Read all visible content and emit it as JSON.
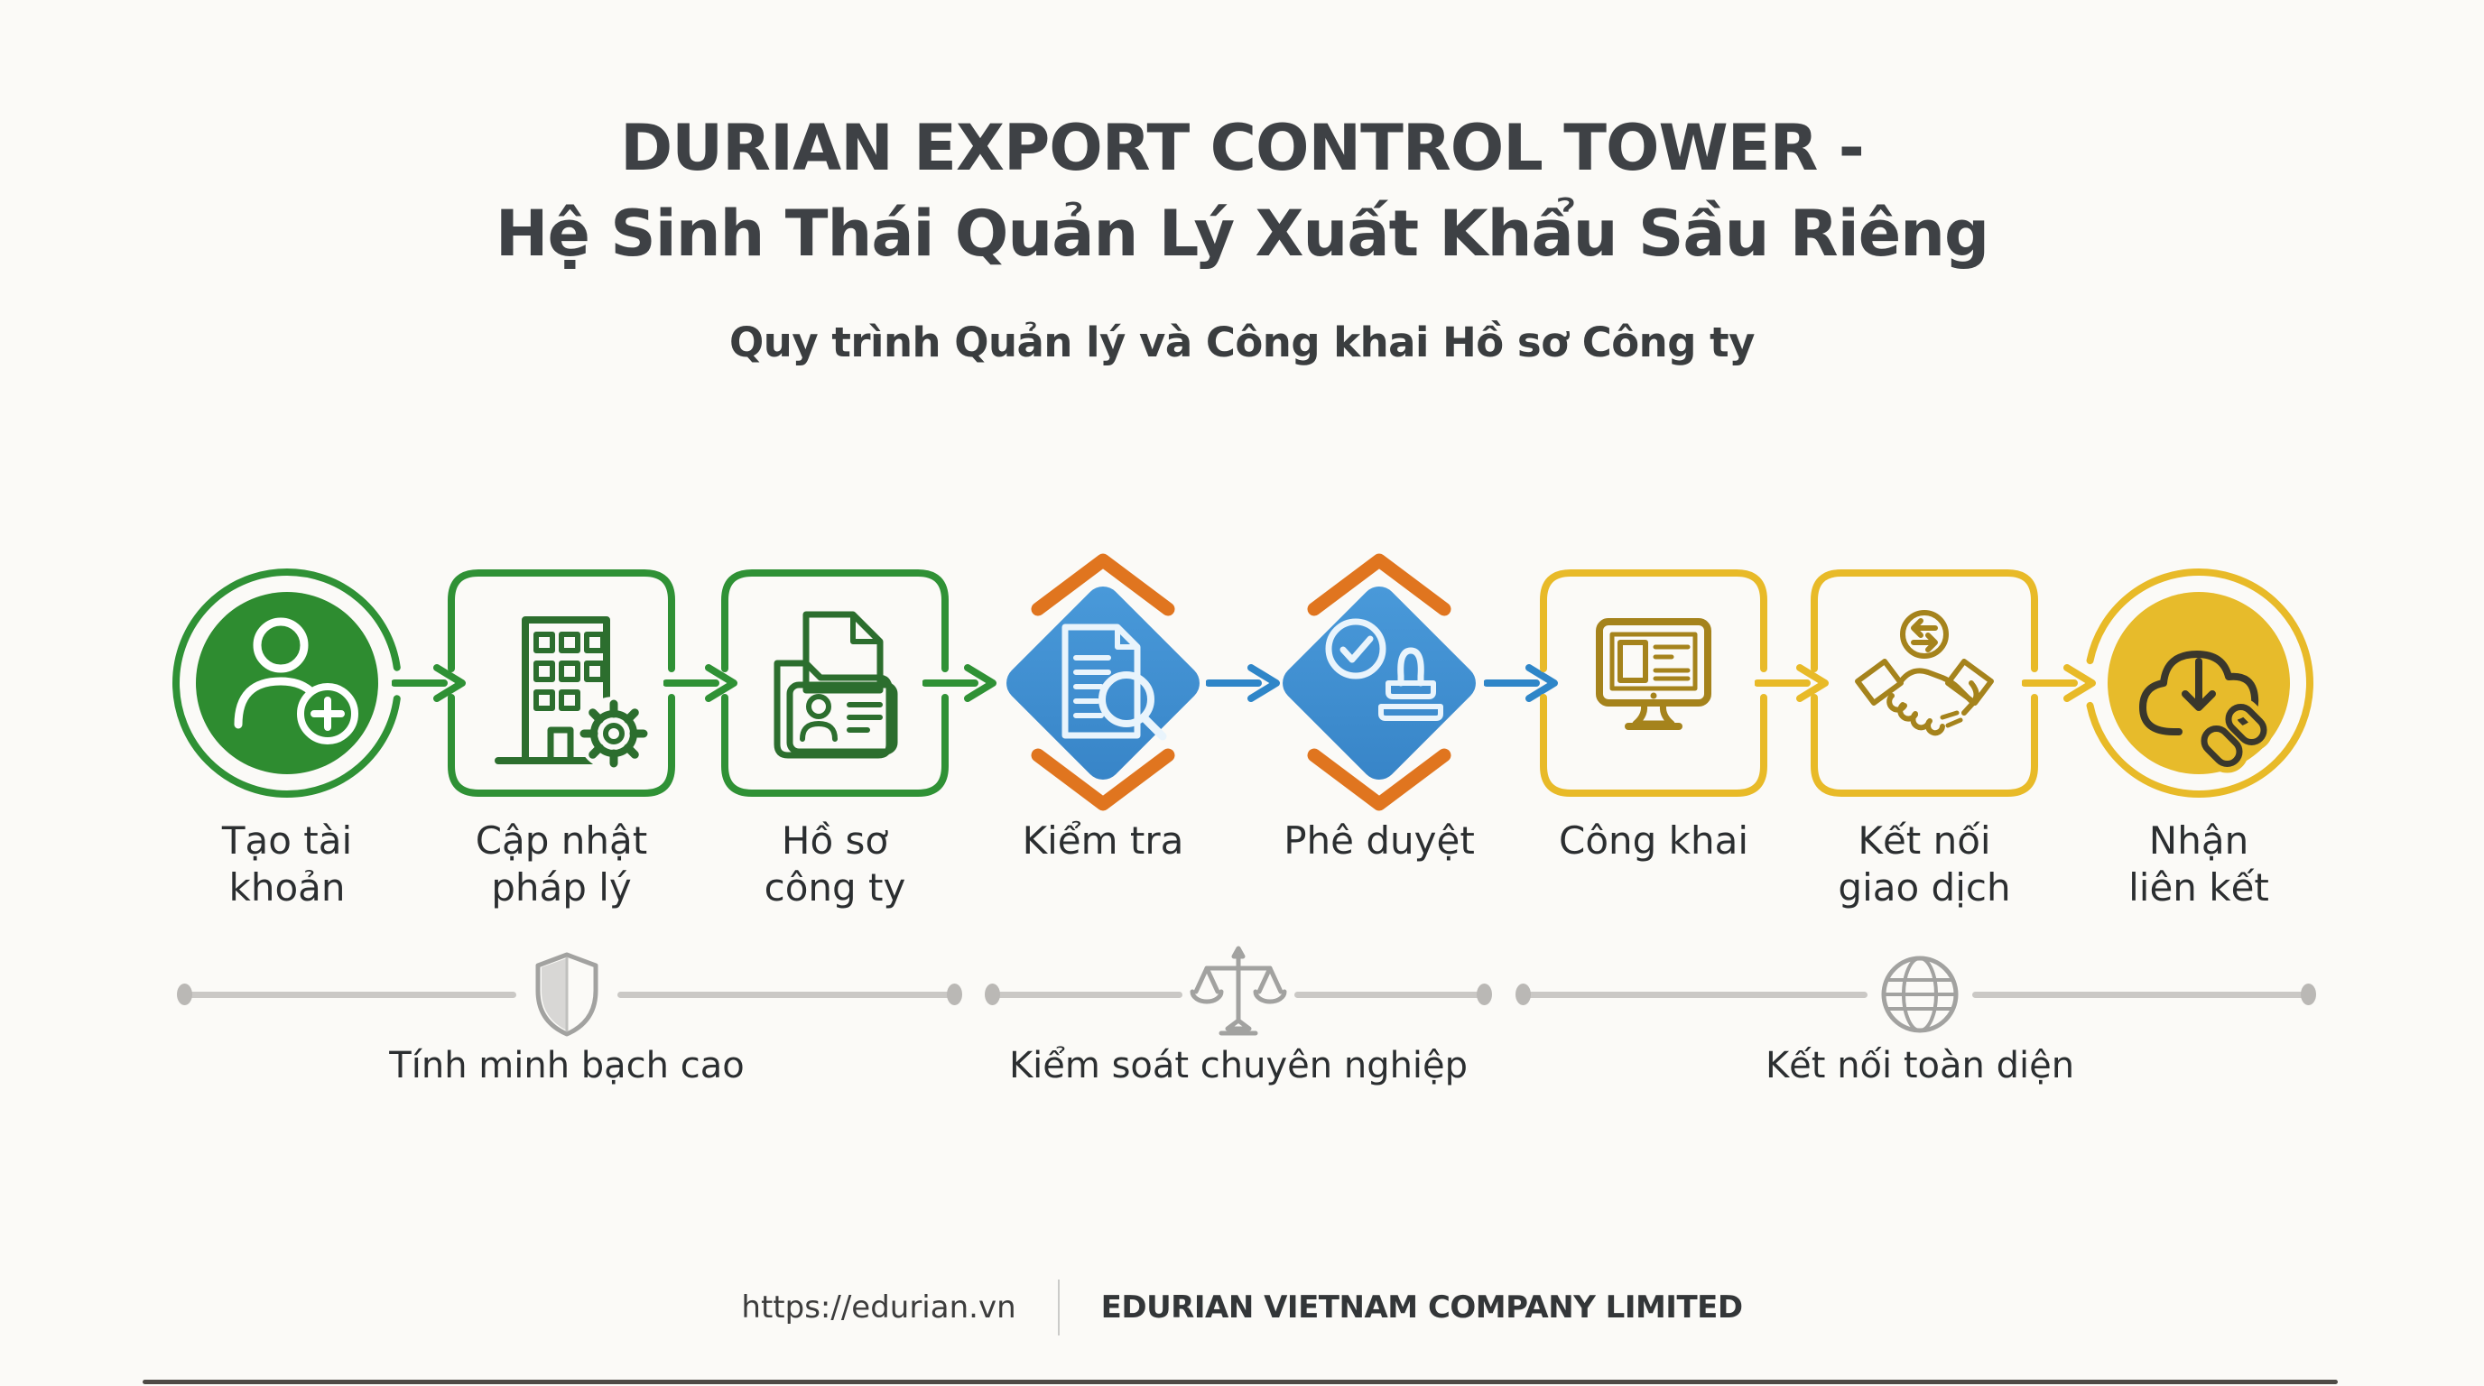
{
  "title": {
    "line1": "DURIAN EXPORT CONTROL TOWER -",
    "line2": "Hệ Sinh Thái Quản Lý Xuất Khẩu Sầu Riêng",
    "subtitle": "Quy trình Quản lý và Công khai Hồ sơ Công ty"
  },
  "flow": {
    "steps": [
      {
        "label": "Tạo tài\nkhoản",
        "icon": "user-add-icon",
        "shape": "filled-circle",
        "theme": "green"
      },
      {
        "label": "Cập nhật\npháp lý",
        "icon": "building-gear-icon",
        "shape": "rounded-box",
        "theme": "green"
      },
      {
        "label": "Hồ sơ\ncông ty",
        "icon": "company-profile-icon",
        "shape": "rounded-box",
        "theme": "green"
      },
      {
        "label": "Kiểm tra",
        "icon": "document-search-icon",
        "shape": "diamond",
        "theme": "blue-orange"
      },
      {
        "label": "Phê duyệt",
        "icon": "approval-stamp-icon",
        "shape": "diamond",
        "theme": "blue-orange"
      },
      {
        "label": "Công khai",
        "icon": "monitor-icon",
        "shape": "rounded-box",
        "theme": "yellow"
      },
      {
        "label": "Kết nối\ngiao dịch",
        "icon": "handshake-exchange-icon",
        "shape": "rounded-box",
        "theme": "yellow"
      },
      {
        "label": "Nhận\nliên kết",
        "icon": "cloud-link-icon",
        "shape": "filled-circle",
        "theme": "yellow"
      }
    ]
  },
  "features": [
    {
      "label": "Tính minh bạch cao",
      "icon": "shield-icon"
    },
    {
      "label": "Kiểm soát chuyên nghiệp",
      "icon": "scales-icon"
    },
    {
      "label": "Kết nối toàn diện",
      "icon": "globe-icon"
    }
  ],
  "footer": {
    "url": "https://edurian.vn",
    "company": "EDURIAN VIETNAM COMPANY LIMITED"
  },
  "colors": {
    "green": "#2f9135",
    "green-dark": "#2c6e2e",
    "blue-fill": "#3e8ed2",
    "blue-arrow": "#2f86c8",
    "orange": "#e0751f",
    "yellow": "#e8ba28",
    "yellow-fill": "#e7bb2b",
    "gold-dark": "#a5831c",
    "icon-ink": "#3a372c",
    "ice": "#e9f4fc",
    "line-gray": "#cac8c5",
    "icon-gray": "#a2a2a0",
    "text-dark": "#2b2e30",
    "title-color": "#3e4145",
    "bg": "#fbfaf7"
  }
}
